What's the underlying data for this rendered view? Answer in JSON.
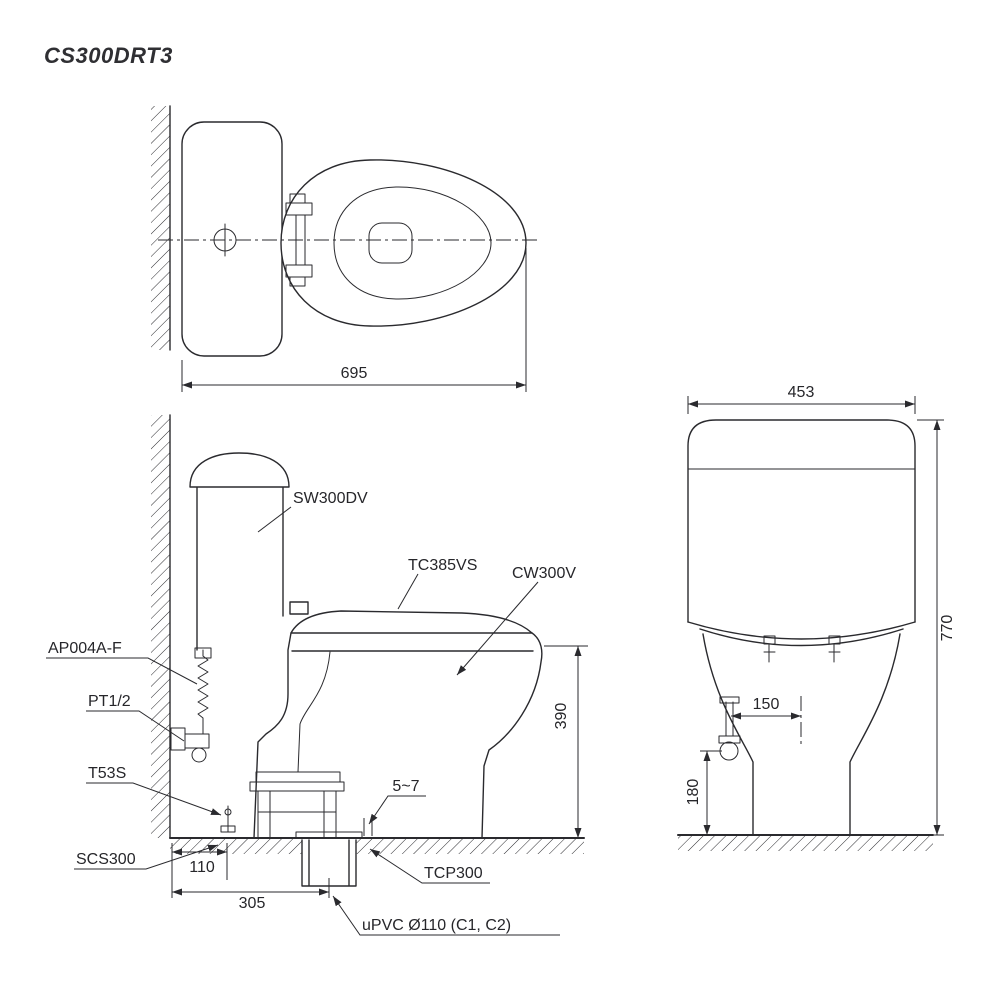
{
  "title": "CS300DRT3",
  "colors": {
    "line": "#2a2a2e",
    "text": "#26262a",
    "background": "#ffffff"
  },
  "views": {
    "top": {
      "name": "plan-view",
      "width_dim": "695"
    },
    "side": {
      "name": "side-elevation",
      "tank_label": "SW300DV",
      "seat_label": "TC385VS",
      "bowl_label": "CW300V",
      "supply_label": "AP004A-F",
      "valve_label": "PT1/2",
      "bolt_label": "T53S",
      "connector_label": "SCS300",
      "flange_label": "TCP300",
      "pipe_label": "uPVC Ø110 (C1, C2)",
      "rim_height_dim": "390",
      "gap_dim": "5~7",
      "bolt_offset_dim": "110",
      "rough_in_dim": "305"
    },
    "front": {
      "name": "front-elevation",
      "width_dim": "453",
      "height_dim": "770",
      "supply_offset_dim": "150",
      "supply_height_dim": "180"
    }
  }
}
